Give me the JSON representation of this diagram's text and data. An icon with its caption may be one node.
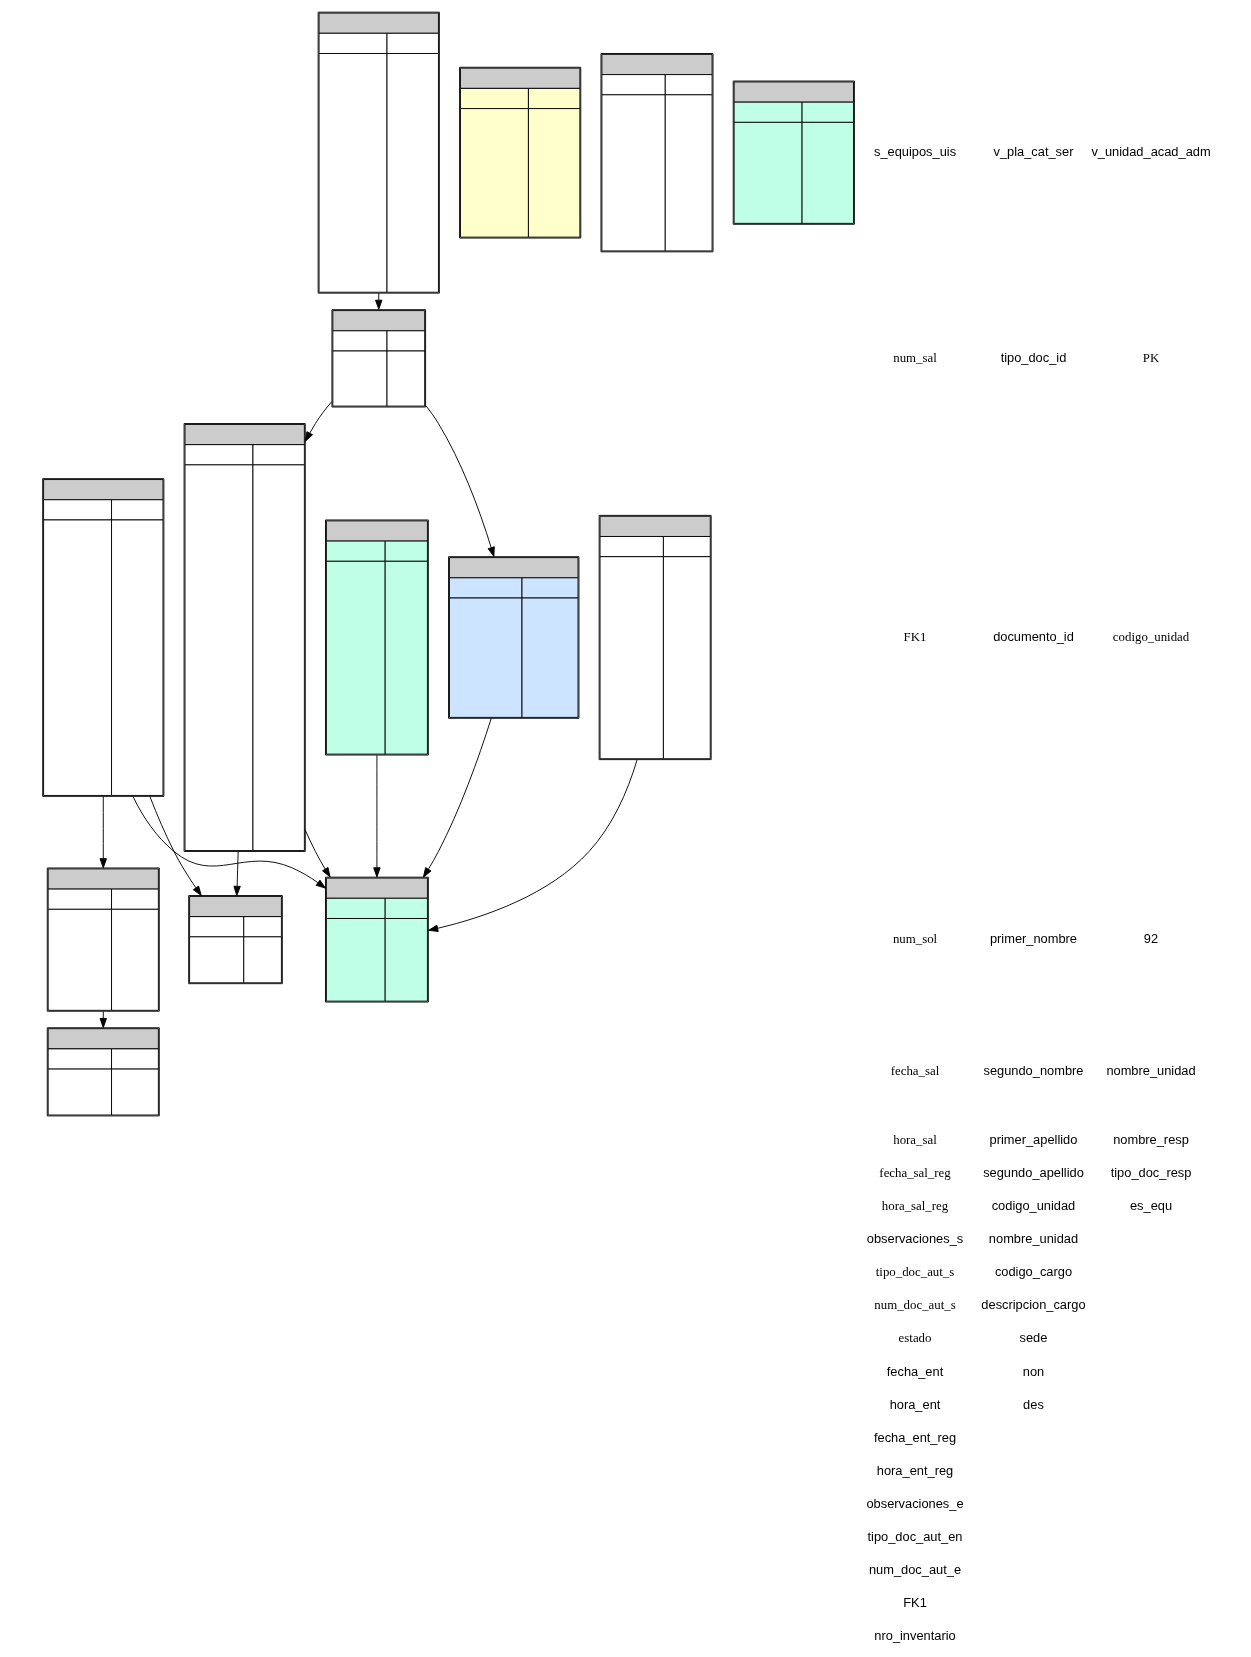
{
  "diagram": {
    "nodes": [
      {
        "text": [],
        "shape": "box"
      },
      {
        "text": [],
        "shape": "box"
      },
      {
        "text": [],
        "shape": "box"
      },
      {
        "text": [],
        "shape": "box"
      },
      {
        "text": [],
        "shape": "box"
      },
      {
        "text": [],
        "shape": "box"
      },
      {
        "text": [],
        "shape": "box"
      },
      {
        "text": [],
        "shape": "box"
      },
      {
        "text": [],
        "shape": "box"
      },
      {
        "text": [],
        "shape": "box"
      },
      {
        "text": [],
        "shape": "box"
      },
      {
        "text": [],
        "shape": "box"
      },
      {
        "text": [],
        "shape": "box"
      },
      {
        "text": [],
        "shape": "box"
      }
    ],
    "edges": [
      {
        "from": 1,
        "to": 3,
        "arrow": "to"
      },
      {
        "from": 3,
        "to": 0,
        "arrow": "to"
      },
      {
        "from": 3,
        "to": 4,
        "arrow": "to"
      },
      {
        "from": 2,
        "to": 5,
        "arrow": "to"
      },
      {
        "from": 4,
        "to": 5,
        "arrow": "to"
      },
      {
        "from": 0,
        "to": 5,
        "arrow": "to"
      },
      {
        "from": 6,
        "to": 5,
        "arrow": "to"
      },
      {
        "from": 7,
        "to": 5,
        "arrow": "to"
      },
      {
        "from": 0,
        "to": 8,
        "arrow": "to"
      },
      {
        "from": 6,
        "to": 8,
        "arrow": "to"
      },
      {
        "from": 6,
        "to": 9,
        "arrow": "to"
      },
      {
        "from": 9,
        "to": 13,
        "arrow": "to"
      }
    ],
    "labels": [
      "s_equipos_uis",
      "v_pla_cat_ser",
      "num_sal",
      "FK1",
      "num_sol",
      "tipo_doc_id",
      "fecha_sal",
      "documento_id",
      "hora_sal",
      "primer_nombre",
      "fecha_sal_reg",
      "segundo_nombre",
      "hora_sal_reg",
      "primer_apellido",
      "observaciones_s",
      "segundo_apellido",
      "tipo_doc_aut_s",
      "codigo_unidad",
      "num_doc_aut_s",
      "nombre_unidad",
      "estado",
      "codigo_cargo",
      "fecha_ent",
      "descripcion_cargo",
      "hora_ent",
      "sede",
      "fecha_ent_reg",
      "non",
      "hora_ent_reg",
      "des",
      "observaciones_e",
      "tipo_doc_aut_en",
      "num_doc_aut_e",
      "FK1",
      "nro_inventario",
      "v_unidad_acad_adm",
      "PK",
      "codigo_unidad",
      "92",
      "nombre_unidad",
      "nombre_resp",
      "tipo_doc_resp",
      "es_equ"
    ]
  }
}
